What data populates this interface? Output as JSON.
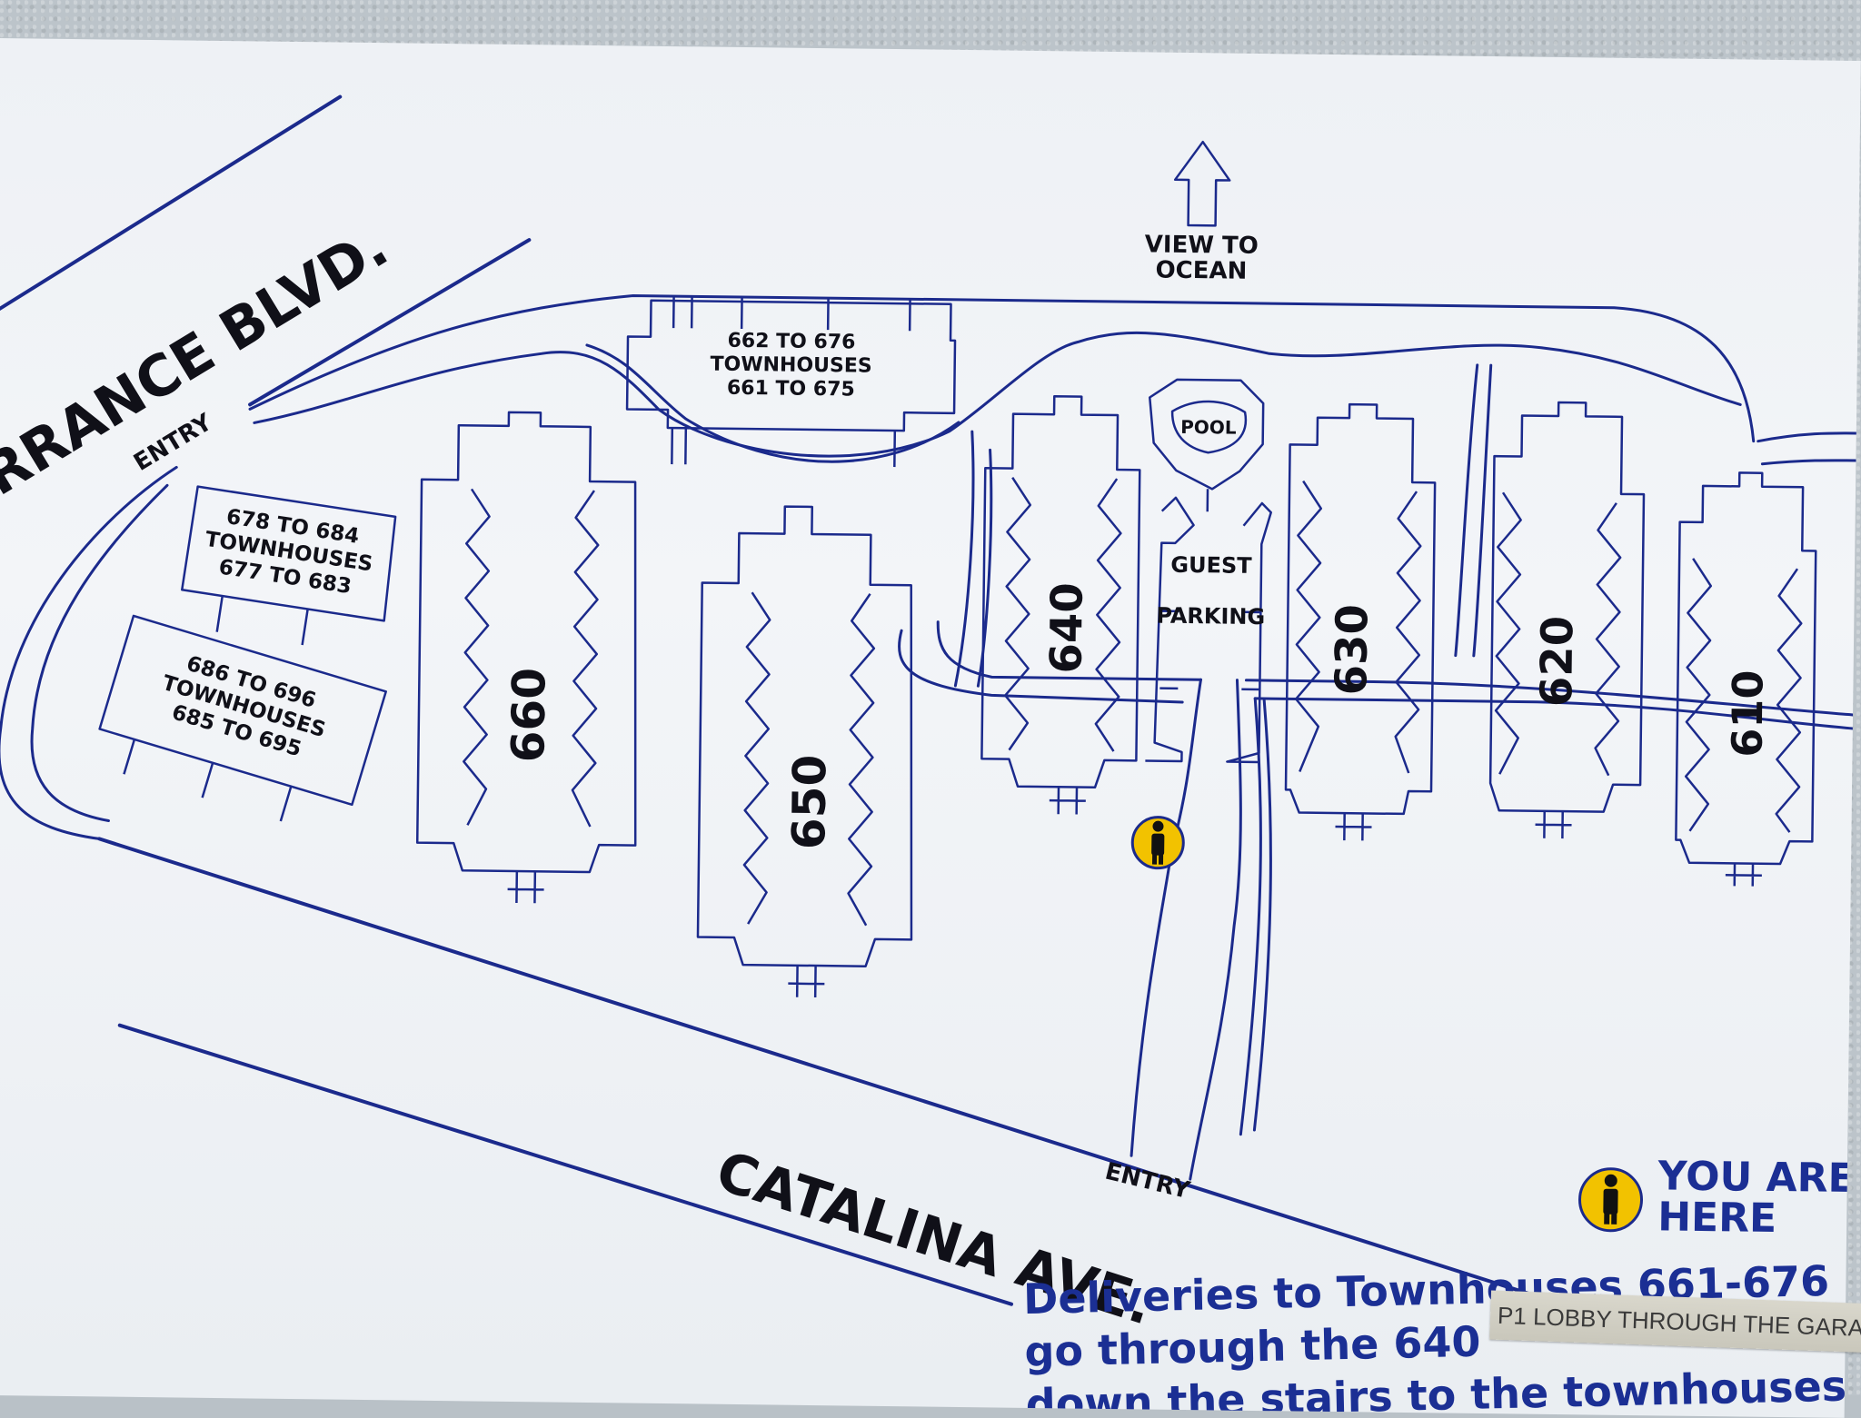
{
  "streets": {
    "torrance": "RRANCE BLVD.",
    "catalina": "CATALINA AVE."
  },
  "entries": {
    "torrance_entry": "ENTRY",
    "catalina_entry": "ENTRY"
  },
  "view": {
    "line1": "VIEW TO",
    "line2": "OCEAN"
  },
  "amenities": {
    "pool": "POOL",
    "guest1": "GUEST",
    "guest2": "PARKING"
  },
  "townhouses": {
    "north": [
      "662  TO  676",
      "TOWNHOUSES",
      "661  TO  675"
    ],
    "west_a": [
      "678 TO 684",
      "TOWNHOUSES",
      "677 TO 683"
    ],
    "west_b": [
      "686 TO 696",
      "TOWNHOUSES",
      "685 TO 695"
    ]
  },
  "buildings": {
    "b660": "660",
    "b650": "650",
    "b640": "640",
    "b630": "630",
    "b620": "620",
    "b610": "610"
  },
  "legend": {
    "line1": "YOU ARE",
    "line2": "HERE"
  },
  "notice": {
    "line1": "Deliveries to Townhouses 661-676",
    "line2": "go through the 640",
    "line3": "down the stairs to the townhouses"
  },
  "tape_label": "P1 LOBBY THROUGH THE GARA",
  "colors": {
    "map_blue": "#1b2a8c",
    "notice_blue": "#1b2f94",
    "marker_yellow": "#f2c200"
  }
}
